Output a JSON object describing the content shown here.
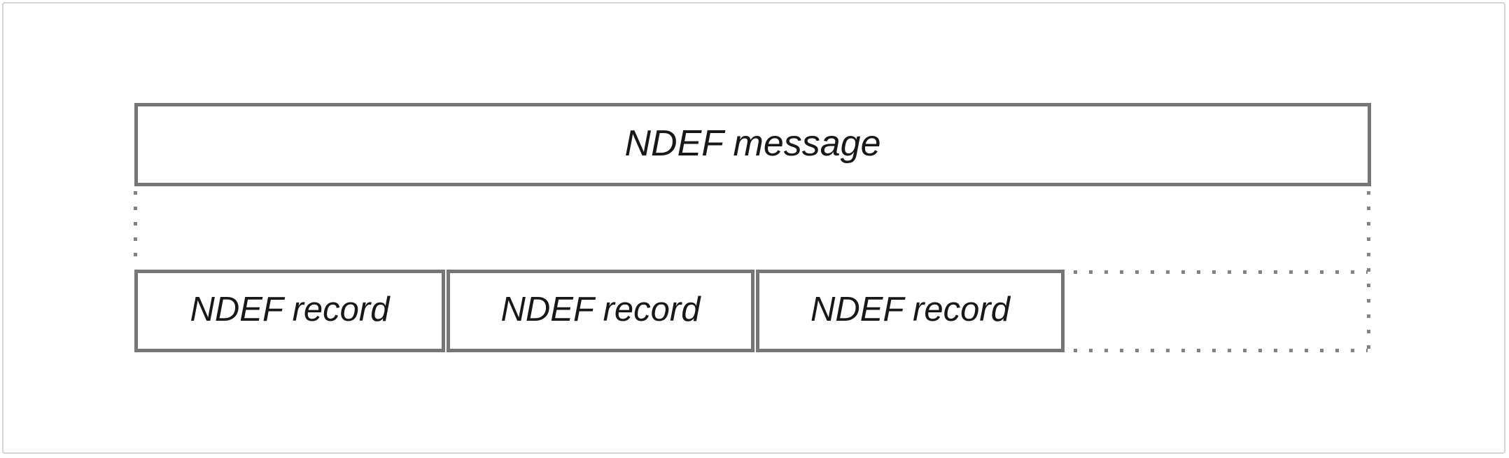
{
  "diagram": {
    "message_box": {
      "label": "NDEF message"
    },
    "record_boxes": [
      {
        "label": "NDEF record"
      },
      {
        "label": "NDEF record"
      },
      {
        "label": "NDEF record"
      }
    ],
    "colors": {
      "box_border": "#767676",
      "dotted_line": "#828282",
      "page_border": "#d5d5d8",
      "text": "#17181a",
      "background": "#ffffff"
    }
  }
}
